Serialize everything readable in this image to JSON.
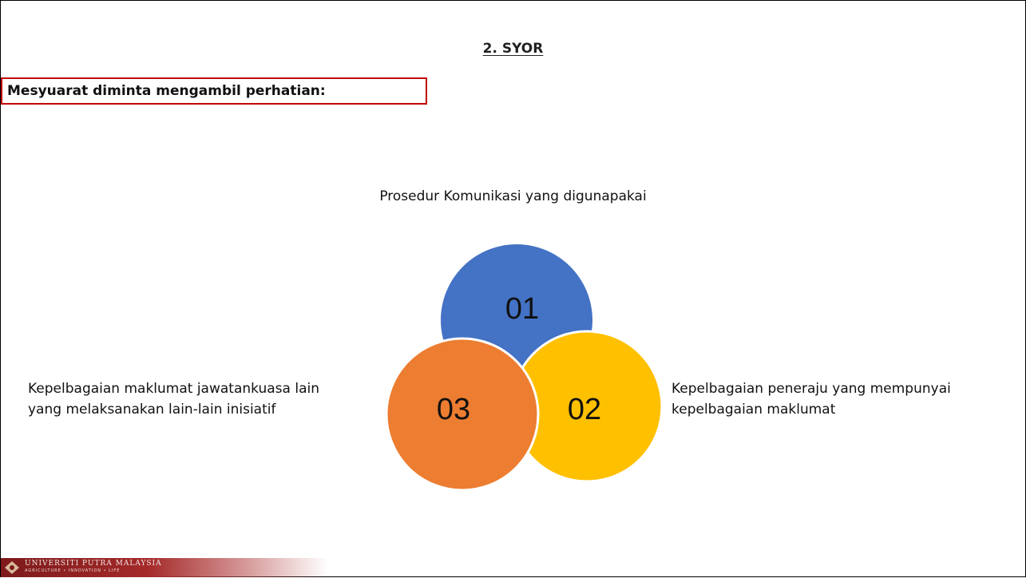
{
  "heading": "2. SYOR",
  "callout": "Mesyuarat diminta mengambil perhatian:",
  "topic": "Prosedur Komunikasi yang digunapakai",
  "circles": [
    {
      "label": "01",
      "color": "#4472c4"
    },
    {
      "label": "02",
      "color": "#ffc000"
    },
    {
      "label": "03",
      "color": "#ed7d31"
    }
  ],
  "left_text": "Kepelbagaian maklumat jawatankuasa lain yang melaksanakan lain-lain inisiatif",
  "right_text": "Kepelbagaian peneraju yang mempunyai kepelbagaian maklumat",
  "footer": {
    "university": "UNIVERSITI PUTRA MALAYSIA",
    "tagline": "AGRICULTURE • INNOVATION • LIFE",
    "bar_color": "#a52a2a"
  }
}
